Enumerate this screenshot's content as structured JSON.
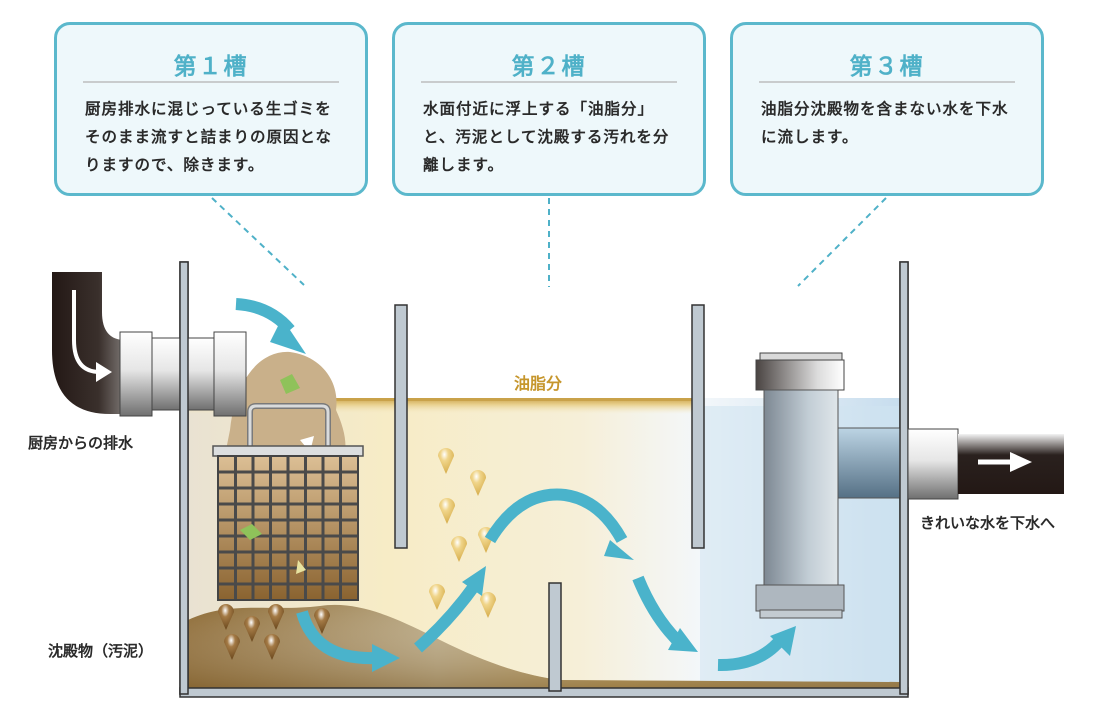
{
  "tanks": [
    {
      "title": "第１槽",
      "description": "厨房排水に混じっている生ゴミをそのまま流すと詰まりの原因となりますので、除きます。"
    },
    {
      "title": "第２槽",
      "description": "水面付近に浮上する「油脂分」と、汚泥として沈殿する汚れを分離します。"
    },
    {
      "title": "第３槽",
      "description": "油脂分沈殿物を含まない水を下水に流します。"
    }
  ],
  "labels": {
    "inlet": "厨房からの排水",
    "sediment": "沈殿物（汚泥）",
    "fat": "油脂分",
    "outlet": "きれいな水を下水へ"
  },
  "colors": {
    "accent": "#4fb1c8",
    "card_border": "#5bb8cc",
    "card_bg": "#eef8fb",
    "flow_arrow": "#4ab3cb",
    "fat": "#c6962c",
    "sludge": "#9b7a45",
    "clean_water": "#cfe3f1",
    "pipe_dark": "#231815",
    "wall": "#bfc9d1"
  }
}
